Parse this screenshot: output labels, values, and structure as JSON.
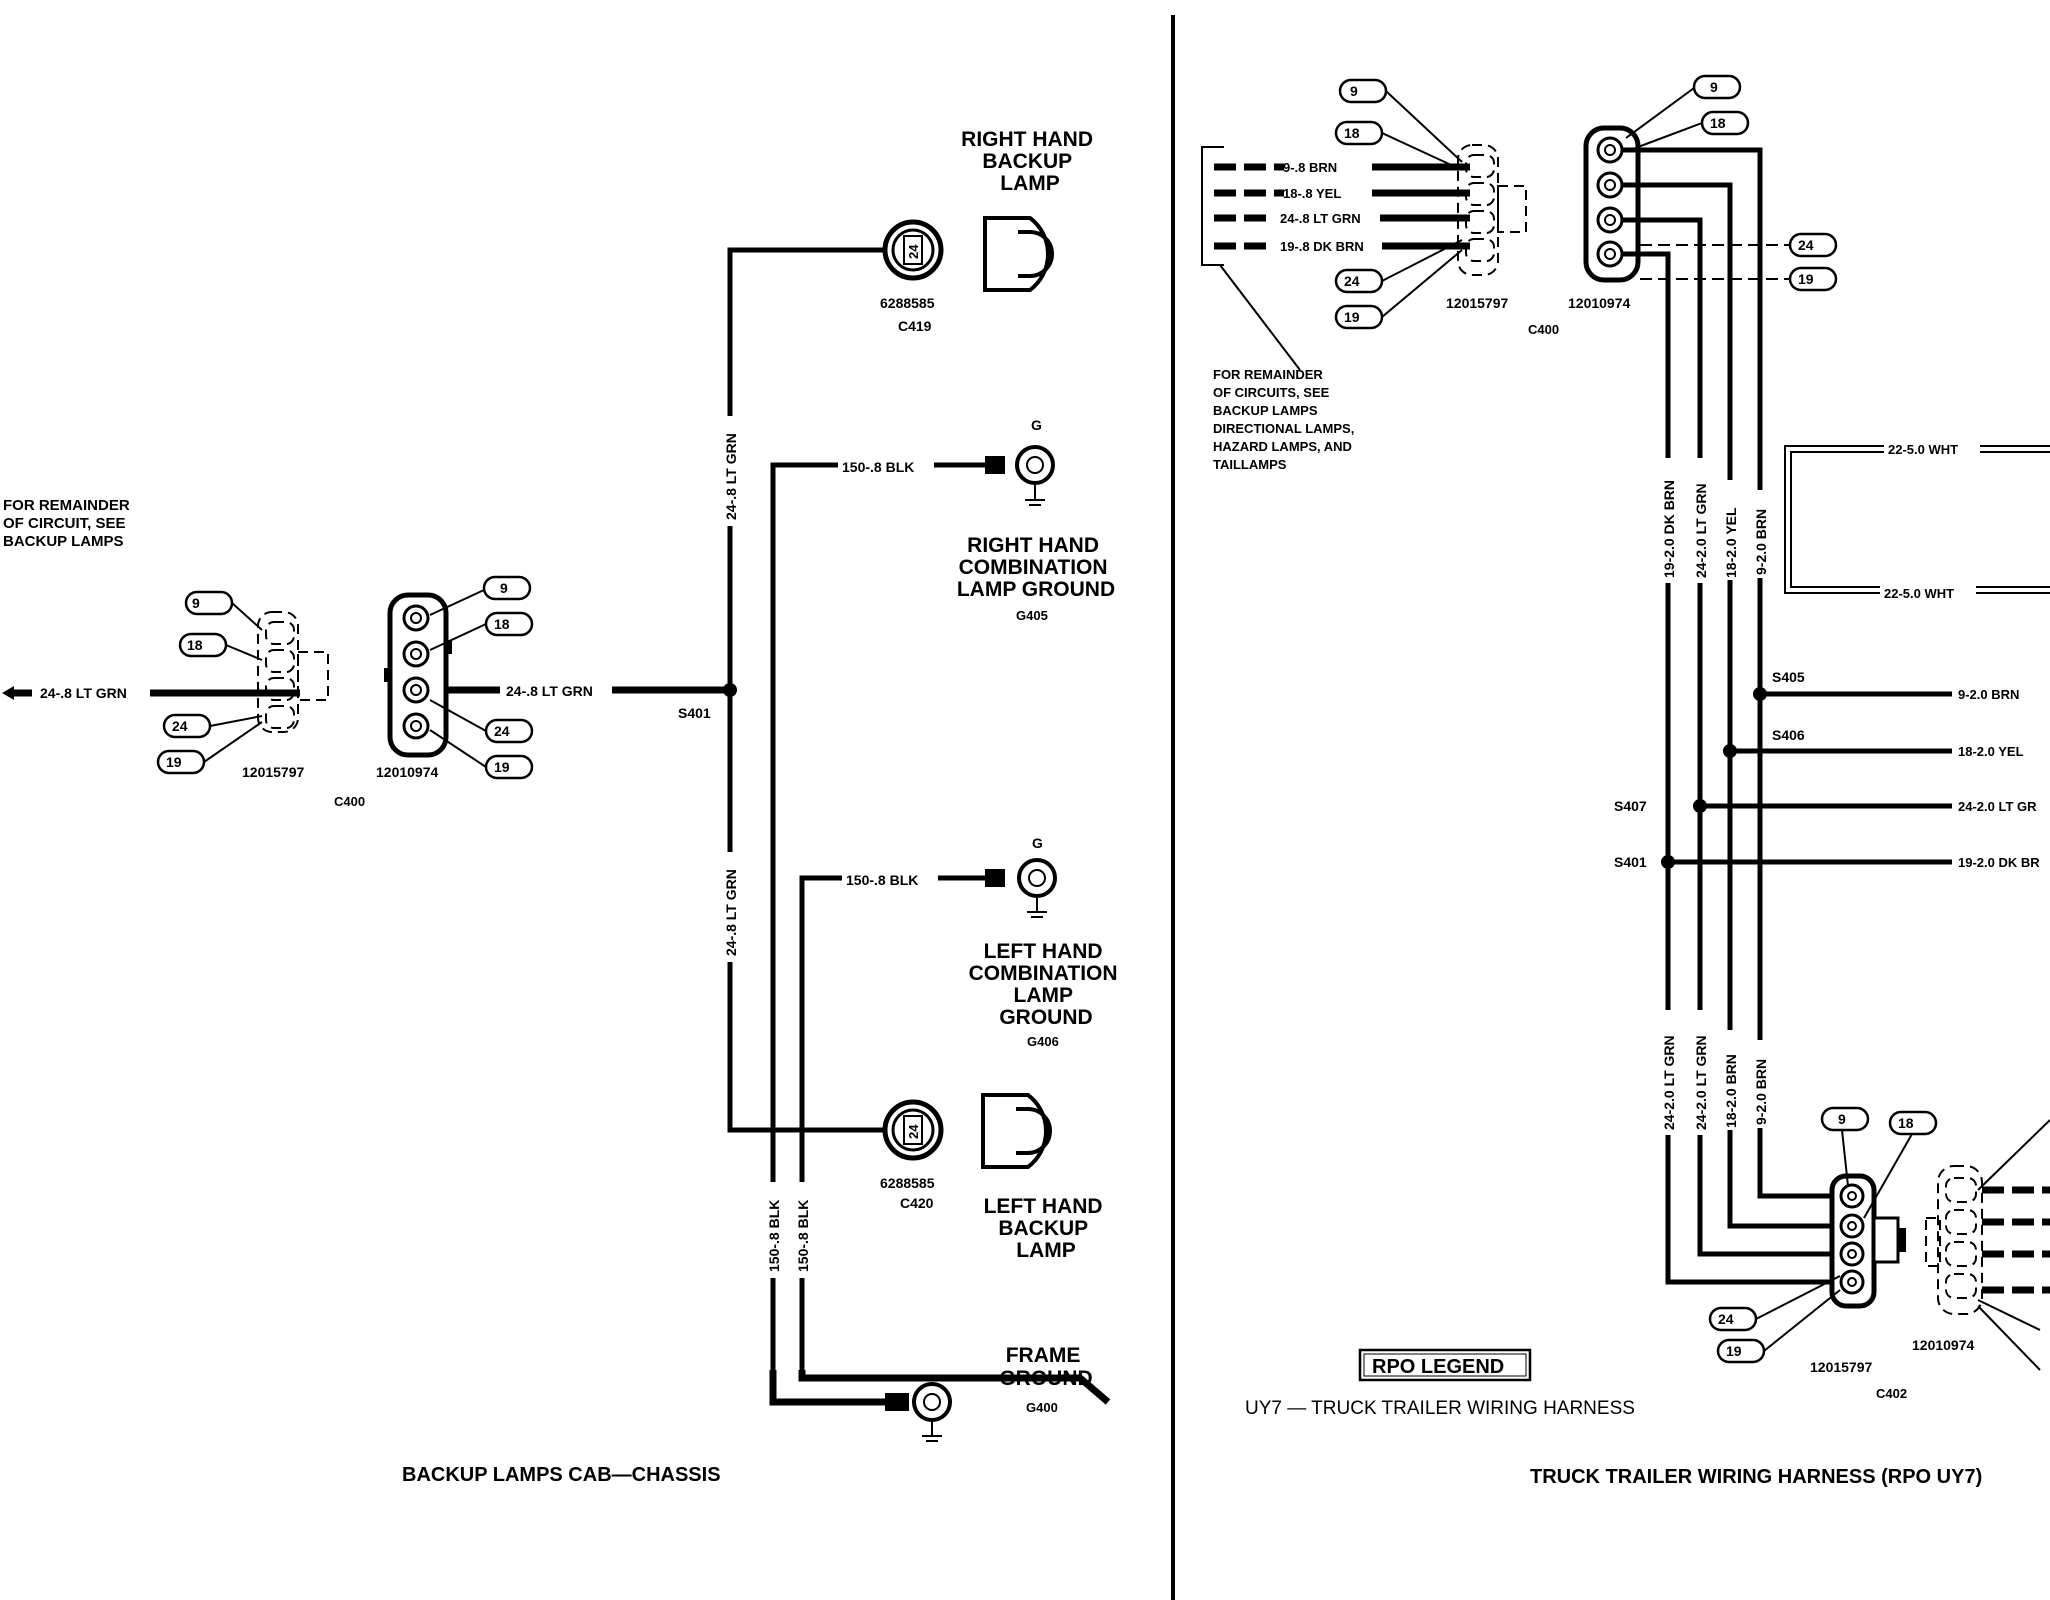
{
  "left": {
    "title": "BACKUP LAMPS CAB—CHASSIS",
    "remainder_note": [
      "FOR REMAINDER",
      "OF CIRCUIT, SEE",
      "BACKUP LAMPS"
    ],
    "wire_main_left": "24-.8 LT GRN",
    "wire_main_right": "24-.8 LT GRN",
    "wire_vert_upper": "24-.8 LT GRN",
    "wire_vert_lower": "24-.8 LT GRN",
    "wire_blk_1": "150-.8 BLK",
    "wire_blk_2": "150-.8 BLK",
    "wire_blk_v1": "150-.8 BLK",
    "wire_blk_v2": "150-.8 BLK",
    "splice": "S401",
    "connector_a_part": "12015797",
    "connector_b_part": "12010974",
    "connector_id": "C400",
    "pins": [
      "9",
      "18",
      "24",
      "19"
    ],
    "rh_backup_lamp": [
      "RIGHT HAND",
      "BACKUP",
      "LAMP"
    ],
    "lh_backup_lamp": [
      "LEFT HAND",
      "BACKUP",
      "LAMP"
    ],
    "socket_pin": "24",
    "c419_part": "6288585",
    "c419_id": "C419",
    "c420_part": "6288585",
    "c420_id": "C420",
    "g_label": "G",
    "rh_ground": [
      "RIGHT HAND",
      "COMBINATION",
      "LAMP GROUND"
    ],
    "rh_ground_id": "G405",
    "lh_ground": [
      "LEFT HAND",
      "COMBINATION",
      "LAMP",
      "GROUND"
    ],
    "lh_ground_id": "G406",
    "frame_ground": [
      "FRAME",
      "GROUND"
    ],
    "frame_ground_id": "G400"
  },
  "right": {
    "title": "TRUCK TRAILER WIRING HARNESS (RPO UY7)",
    "top_wires": [
      "9-.8 BRN",
      "18-.8 YEL",
      "24-.8 LT GRN",
      "19-.8 DK BRN"
    ],
    "remainder_note": [
      "FOR REMAINDER",
      "OF CIRCUITS, SEE",
      "BACKUP LAMPS",
      "DIRECTIONAL LAMPS,",
      "HAZARD LAMPS, AND",
      "TAILLAMPS"
    ],
    "c400_part_a": "12015797",
    "c400_part_b": "12010974",
    "c400_id": "C400",
    "pins": [
      "9",
      "18",
      "24",
      "19"
    ],
    "vert_upper": [
      "19-2.0 DK BRN",
      "24-2.0 LT GRN",
      "18-2.0 YEL",
      "9-2.0 BRN"
    ],
    "vert_lower": [
      "24-2.0 LT GRN",
      "24-2.0 LT GRN",
      "18-2.0 BRN",
      "9-2.0 BRN"
    ],
    "wht_top": "22-5.0 WHT",
    "wht_bottom": "22-5.0 WHT",
    "splices": [
      "S405",
      "S406",
      "S407",
      "S401"
    ],
    "branches": [
      "9-2.0 BRN",
      "18-2.0 YEL",
      "24-2.0 LT GR",
      "19-2.0 DK BR"
    ],
    "c402_part_a": "12015797",
    "c402_part_b": "12010974",
    "c402_id": "C402",
    "rpo_legend": "RPO LEGEND",
    "rpo_entry": "UY7 — TRUCK TRAILER WIRING HARNESS"
  }
}
